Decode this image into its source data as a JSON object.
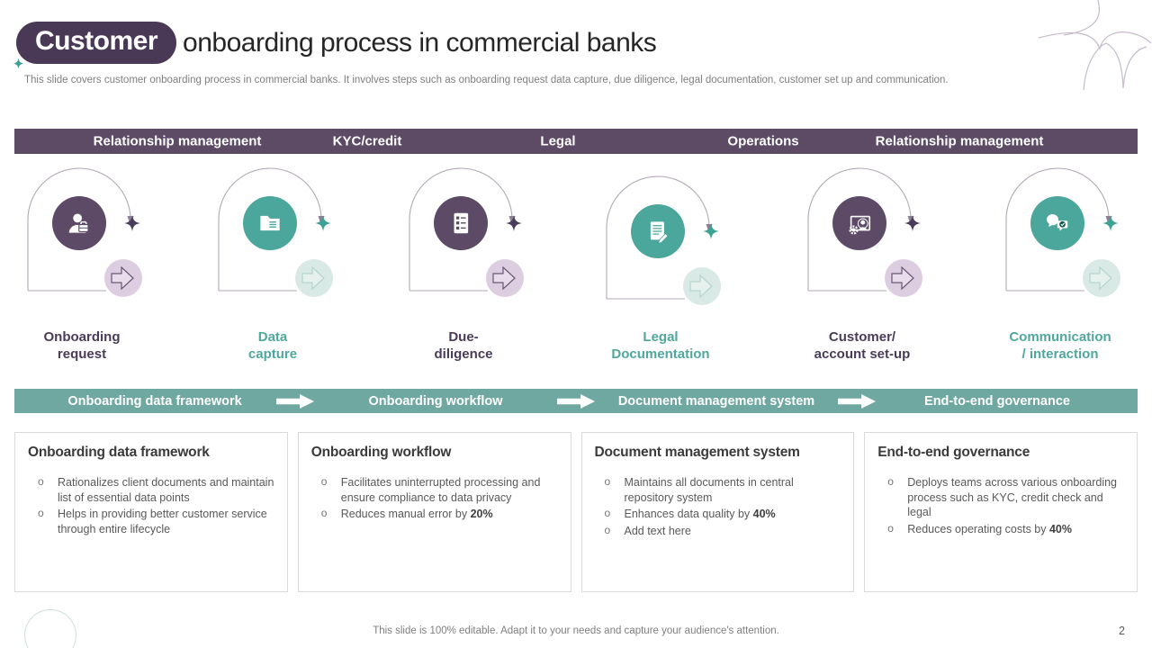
{
  "title": {
    "highlight": "Customer",
    "rest": "onboarding process in commercial banks"
  },
  "subtitle": "This slide covers  customer onboarding process in commercial banks. It involves steps such as onboarding request data capture, due diligence, legal documentation, customer set up and communication.",
  "phase_bar": {
    "labels": [
      "Relationship management",
      "KYC/credit",
      "Legal",
      "Operations",
      "Relationship management"
    ]
  },
  "steps": [
    {
      "label": "Onboarding\nrequest",
      "icon": "person-briefcase-icon",
      "accent": "#5d4a66"
    },
    {
      "label": "Data\ncapture",
      "icon": "folder-icon",
      "accent": "#4ba69b"
    },
    {
      "label": "Due-\ndiligence",
      "icon": "checklist-icon",
      "accent": "#5d4a66"
    },
    {
      "label": "Legal\nDocumentation",
      "icon": "document-pen-icon",
      "accent": "#4ba69b"
    },
    {
      "label": "Customer/\naccount set-up",
      "icon": "account-setup-icon",
      "accent": "#5d4a66"
    },
    {
      "label": "Communication\n/ interaction",
      "icon": "chat-check-icon",
      "accent": "#4ba69b"
    }
  ],
  "flow_bar": {
    "items": [
      "Onboarding data framework",
      "Onboarding workflow",
      "Document management system",
      "End-to-end governance"
    ]
  },
  "columns": [
    {
      "heading": "Onboarding data framework",
      "bullets": [
        {
          "text": "Rationalizes client documents and maintain list of essential data points"
        },
        {
          "text": "Helps in providing  better customer service through entire lifecycle"
        }
      ]
    },
    {
      "heading": "Onboarding workflow",
      "bullets": [
        {
          "text": "Facilitates uninterrupted  processing and ensure compliance to data privacy"
        },
        {
          "text": "Reduces  manual  error  by ",
          "bold": "20%"
        }
      ]
    },
    {
      "heading": "Document management system",
      "bullets": [
        {
          "text": "Maintains all documents in central repository system"
        },
        {
          "text": "Enhances data quality by ",
          "bold": "40%"
        },
        {
          "text": "Add text here"
        }
      ]
    },
    {
      "heading": "End-to-end governance",
      "bullets": [
        {
          "text": "Deploys teams across various  onboarding process such as KYC, credit check and legal"
        },
        {
          "text": "Reduces operating costs by ",
          "bold": "40%"
        }
      ]
    }
  ],
  "footer": {
    "note": "This slide is 100% editable. Adapt it to your needs and capture your audience's attention.",
    "page_number": "2"
  },
  "colors": {
    "purple_dark": "#4a3956",
    "purple": "#5d4a66",
    "purple_light": "#ddcde0",
    "teal": "#4ba69b",
    "teal_bar": "#6fa8a1",
    "teal_light": "#d9e9e5"
  }
}
